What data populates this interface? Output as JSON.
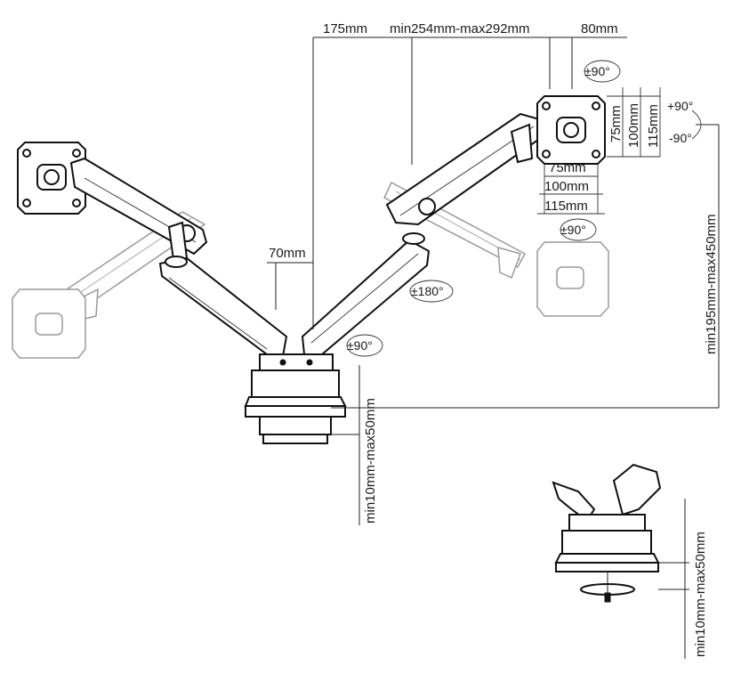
{
  "dimensions": {
    "offset_175": "175mm",
    "arm_extension": "min254mm-max292mm",
    "offset_80": "80mm",
    "offset_70": "70mm",
    "height_range": "min195mm-max450mm",
    "clamp_thickness": "min10mm-max50mm",
    "grommet_thickness": "min10mm-max50mm",
    "vesa_v75": "75mm",
    "vesa_v100": "100mm",
    "vesa_v115": "115mm",
    "vesa_h75": "75mm",
    "vesa_h100": "100mm",
    "vesa_h115": "115mm"
  },
  "rotations": {
    "swivel_top": "±90°",
    "swivel_bottom": "±90°",
    "elbow": "±180°",
    "base": "±90°",
    "tilt_up": "+90°",
    "tilt_down": "-90°"
  },
  "icons": {
    "rotation": "rotation-arrow-icon"
  }
}
